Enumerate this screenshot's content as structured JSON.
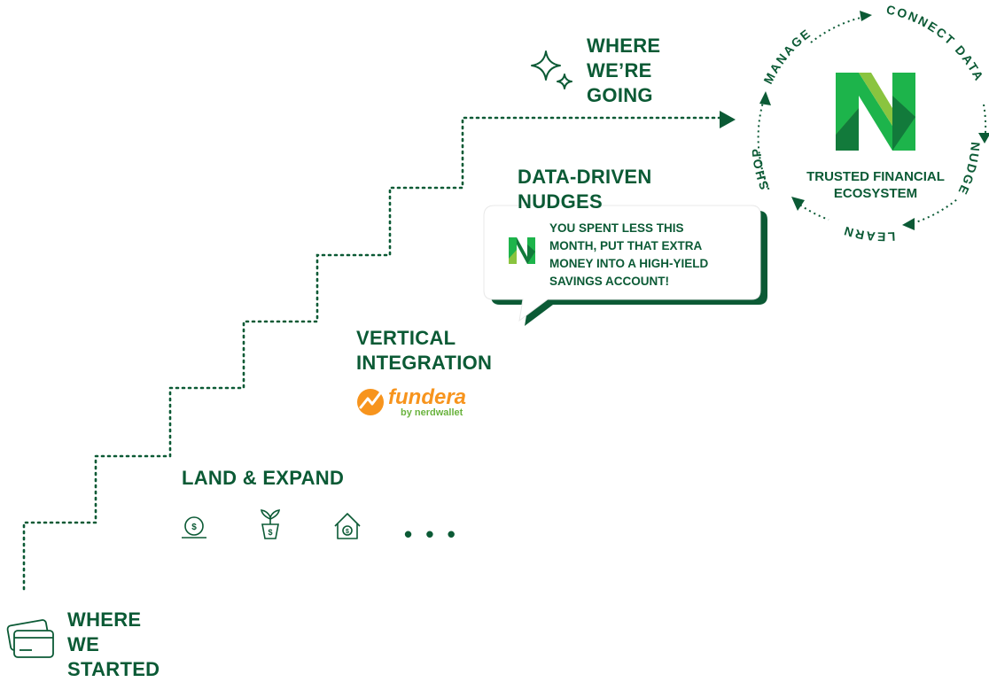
{
  "colors": {
    "primary_green": "#0b5a35",
    "logo_light": "#8ac43f",
    "logo_mid": "#1db44b",
    "logo_dark": "#127a3b",
    "fundera_orange": "#f7941d",
    "fundera_green": "#6ab33e"
  },
  "labels": {
    "where_started": [
      "WHERE",
      "WE",
      "STARTED"
    ],
    "land_expand": "LAND & EXPAND",
    "vertical_integration": [
      "VERTICAL",
      "INTEGRATION"
    ],
    "data_driven": [
      "DATA-DRIVEN",
      "NUDGES"
    ],
    "where_going": [
      "WHERE",
      "WE’RE",
      "GOING"
    ],
    "ellipsis": "• • •"
  },
  "bubble": {
    "lines": [
      "YOU SPENT LESS THIS",
      "MONTH, PUT THAT EXTRA",
      "MONEY INTO A HIGH-YIELD",
      "SAVINGS ACCOUNT!"
    ]
  },
  "fundera": {
    "wordmark": "fundera",
    "tagline": "by nerdwallet"
  },
  "ecosystem": {
    "center_line1": "TRUSTED FINANCIAL",
    "center_line2": "ECOSYSTEM",
    "ring_words": [
      "CONNECT DATA",
      "NUDGE",
      "LEARN",
      "SHOP",
      "MANAGE"
    ]
  },
  "icons": {
    "start": "credit-cards-icon",
    "product_1": "coin-hand-icon",
    "product_2": "plant-dollar-icon",
    "product_3": "house-dollar-icon",
    "going": "sparkle-stars-icon"
  }
}
